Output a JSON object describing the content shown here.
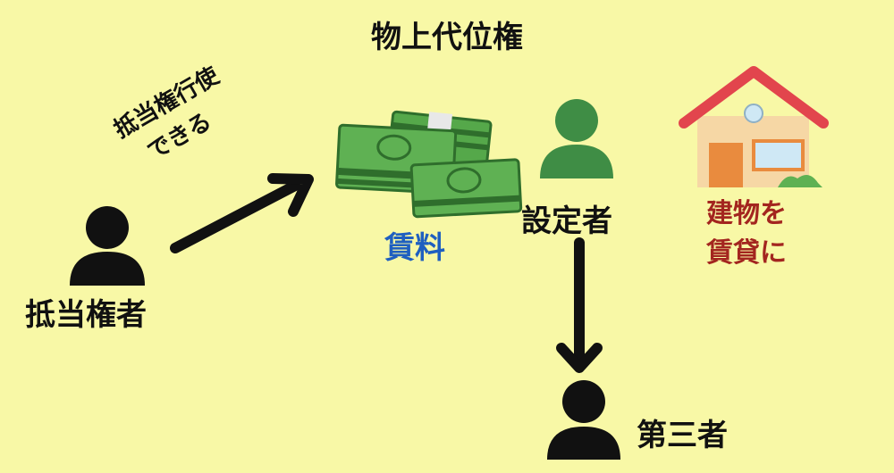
{
  "title": "物上代位権",
  "holder": {
    "label": "抵当権者"
  },
  "action": {
    "line1": "抵当権行使",
    "line2": "できる"
  },
  "rent": {
    "label": "賃料"
  },
  "setter": {
    "label": "設定者"
  },
  "lease": {
    "line1": "建物を",
    "line2": "賃貸に"
  },
  "third_party": {
    "label": "第三者"
  },
  "colors": {
    "background": "#f8f8a6",
    "rent_text": "#1f5fc0",
    "lease_text": "#a3251f",
    "person_black": "#111111",
    "person_green": "#3f8d45",
    "money_green": "#55a84a",
    "roof": "#e2454d",
    "house_wall": "#f6d7a5",
    "door": "#e98b3e"
  }
}
